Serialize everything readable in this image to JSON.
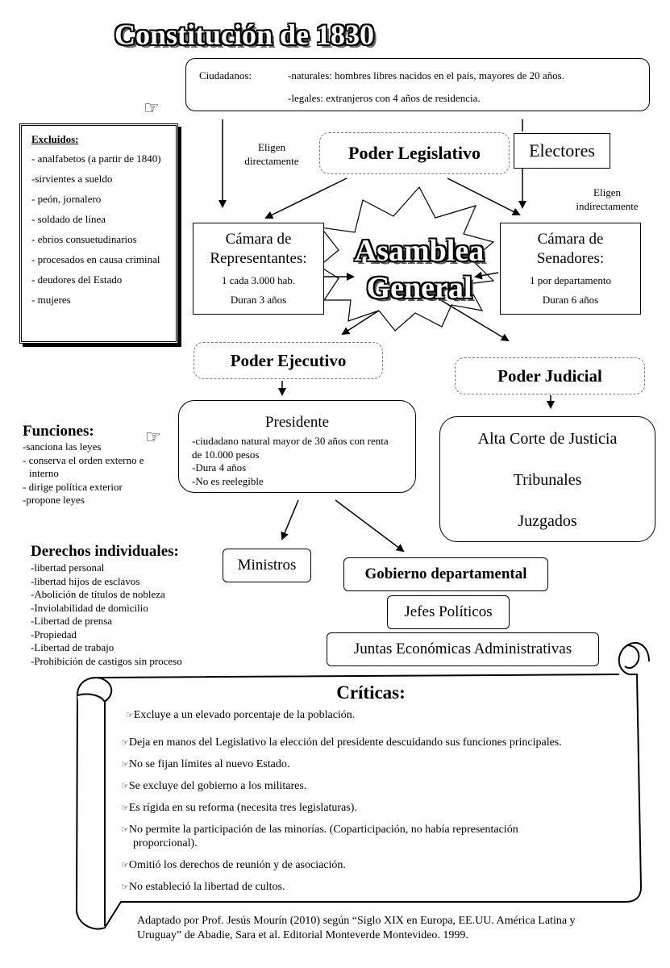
{
  "title": "Constitución de 1830",
  "ciudadanos": {
    "label": "Ciudadanos:",
    "naturales": "-naturales: hombres libres nacidos en el país, mayores de 20 años.",
    "legales": "-legales: extranjeros con 4 años de residencia."
  },
  "excluidos": {
    "heading": "Excluidos:",
    "items": [
      "- analfabetos (a partir de 1840)",
      "-sirvientes a sueldo",
      "- peón, jornalero",
      "- soldado de línea",
      "- ebrios consuetudinarios",
      "- procesados en causa criminal",
      "- deudores del Estado",
      "- mujeres"
    ]
  },
  "eligen_directamente": [
    "Eligen",
    "directamente"
  ],
  "eligen_indirectamente": [
    "Eligen",
    "indirectamente"
  ],
  "poder_legislativo": "Poder Legislativo",
  "electores": "Electores",
  "asamblea_general": [
    "Asamblea",
    "General"
  ],
  "camara_representantes": {
    "name": [
      "Cámara de",
      "Representantes:"
    ],
    "ratio": "1 cada 3.000 hab.",
    "duration": "Duran 3 años"
  },
  "camara_senadores": {
    "name": [
      "Cámara de",
      "Senadores:"
    ],
    "ratio": "1 por departamento",
    "duration": "Duran 6 años"
  },
  "poder_ejecutivo": "Poder Ejecutivo",
  "poder_judicial": "Poder Judicial",
  "presidente": {
    "title": "Presidente",
    "lines": [
      "-ciudadano natural mayor de 30 años con renta",
      "de 10.000 pesos",
      "-Dura 4 años",
      "-No es reelegible"
    ]
  },
  "funciones": {
    "heading": "Funciones:",
    "items": [
      "-sanciona las leyes",
      "- conserva el orden externo e",
      "  interno",
      "- dirige política exterior",
      "-propone leyes"
    ]
  },
  "judicial_chain": [
    "Alta Corte de Justicia",
    "Tribunales",
    "Juzgados"
  ],
  "ministros": "Ministros",
  "gobierno_departamental": "Gobierno departamental",
  "jefes_politicos": "Jefes Políticos",
  "juntas": "Juntas Económicas Administrativas",
  "derechos": {
    "heading": "Derechos individuales:",
    "items": [
      "-libertad personal",
      "-libertad hijos de esclavos",
      "-Abolición de títulos de nobleza",
      "-Inviolabilidad de domicilio",
      "-Libertad de prensa",
      "-Propiedad",
      "-Libertad de trabajo",
      "-Prohibición de castigos sin proceso"
    ]
  },
  "criticas": {
    "heading": "Críticas:",
    "items": [
      "Excluye a un elevado porcentaje de la población.",
      "Deja en manos del Legislativo la elección del presidente descuidando sus funciones principales.",
      "No se fijan límites al nuevo Estado.",
      "Se excluye del gobierno a los militares.",
      "Es rígida en su reforma (necesita tres legislaturas).",
      "No permite la participación de las minorías. (Coparticipación, no había representación",
      "Omitió los derechos de reunión y de asociación.",
      "No estableció la libertad de cultos."
    ],
    "continuation": "proporcional)."
  },
  "footer": [
    "Adaptado por Prof. Jesús Mourín (2010) según “Siglo XIX en Europa, EE.UU. América Latina y",
    "Uruguay” de Abadie, Sara et al. Editorial Monteverde Montevideo. 1999."
  ],
  "icons": {
    "pointer": "pointing-hand-icon"
  }
}
